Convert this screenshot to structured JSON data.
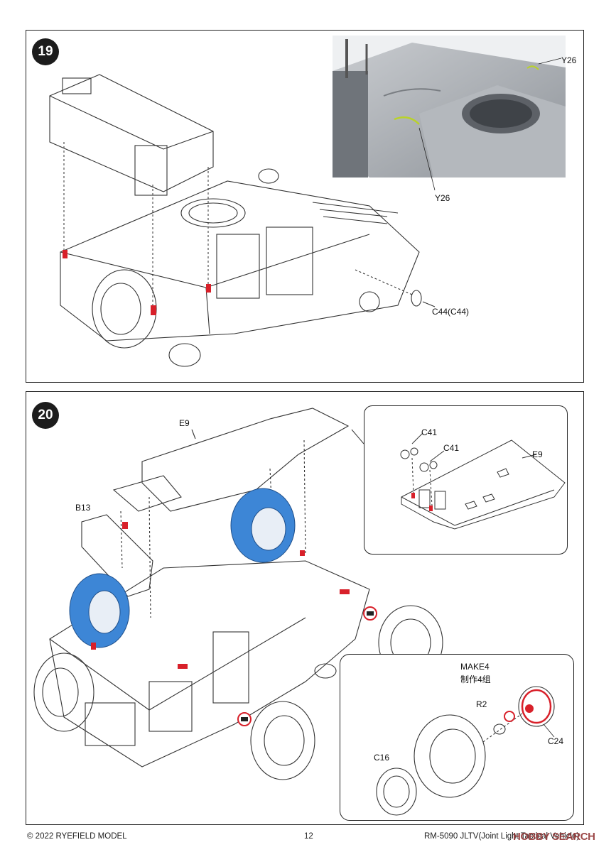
{
  "step19": {
    "number": "19",
    "labels": {
      "y26_top": "Y26",
      "y26_bottom": "Y26",
      "c44": "C44(C44)"
    }
  },
  "step20": {
    "number": "20",
    "labels": {
      "e9_main": "E9",
      "b13": "B13",
      "c41_a": "C41",
      "c41_b": "C41",
      "e9_inset": "E9",
      "make4_en": "MAKE4",
      "make4_cn": "制作4组",
      "r2": "R2",
      "c24": "C24",
      "c16": "C16"
    }
  },
  "footer": {
    "copyright": "© 2022 RYEFIELD MODEL",
    "page_number": "12",
    "product": "RM-5090 JLTV(Joint Light Tactical Vehicle)"
  },
  "watermark": {
    "text": "HOBBY SEARCH",
    "color": "#8d2b2b"
  },
  "colors": {
    "highlight_red": "#d8202a",
    "tire_blue": "#3d86d6",
    "render_gray": "#9aa0a6"
  }
}
